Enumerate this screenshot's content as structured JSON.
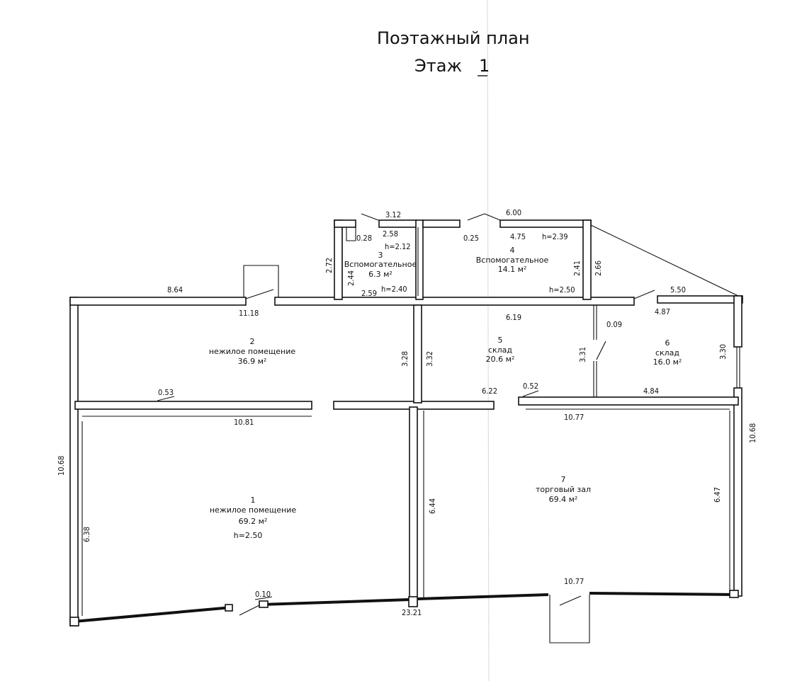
{
  "title": {
    "line1": "Поэтажный план",
    "line2": "Этаж",
    "floor": "1"
  },
  "rooms": [
    {
      "num": "1",
      "name": "нежилое помещение",
      "area": "69.2 м²",
      "height": "h=2.50"
    },
    {
      "num": "2",
      "name": "нежилое помещение",
      "area": "36.9 м²"
    },
    {
      "num": "3",
      "name": "Вспомогательное",
      "area": "6.3 м²",
      "height": "h=2.12",
      "height2": "h=2.40"
    },
    {
      "num": "4",
      "name": "Вспомогательное",
      "area": "14.1 м²",
      "height": "h=2.39",
      "height2": "h=2.50"
    },
    {
      "num": "5",
      "name": "склад",
      "area": "20.6 м²"
    },
    {
      "num": "6",
      "name": "склад",
      "area": "16.0 м²"
    },
    {
      "num": "7",
      "name": "торговый зал",
      "area": "69.4 м²"
    }
  ],
  "dimensions": {
    "d_8_64": "8.64",
    "d_11_18": "11.18",
    "d_3_12": "3.12",
    "d_0_28": "0.28",
    "d_2_58": "2.58",
    "d_2_72": "2.72",
    "d_2_44": "2.44",
    "d_2_59": "2.59",
    "d_6_00": "6.00",
    "d_0_25": "0.25",
    "d_4_75": "4.75",
    "d_2_41": "2.41",
    "d_2_66": "2.66",
    "d_5_50": "5.50",
    "d_6_19": "6.19",
    "d_4_87": "4.87",
    "d_0_09": "0.09",
    "d_3_28": "3.28",
    "d_3_32": "3.32",
    "d_3_31": "3.31",
    "d_3_30": "3.30",
    "d_0_53": "0.53",
    "d_10_81": "10.81",
    "d_6_22": "6.22",
    "d_0_52": "0.52",
    "d_4_84": "4.84",
    "d_10_77_top": "10.77",
    "d_10_68_left": "10.68",
    "d_10_68_right": "10.68",
    "d_6_38": "6.38",
    "d_6_44": "6.44",
    "d_6_47": "6.47",
    "d_0_10": "0.10",
    "d_23_21": "23.21",
    "d_10_77_bottom": "10.77"
  }
}
